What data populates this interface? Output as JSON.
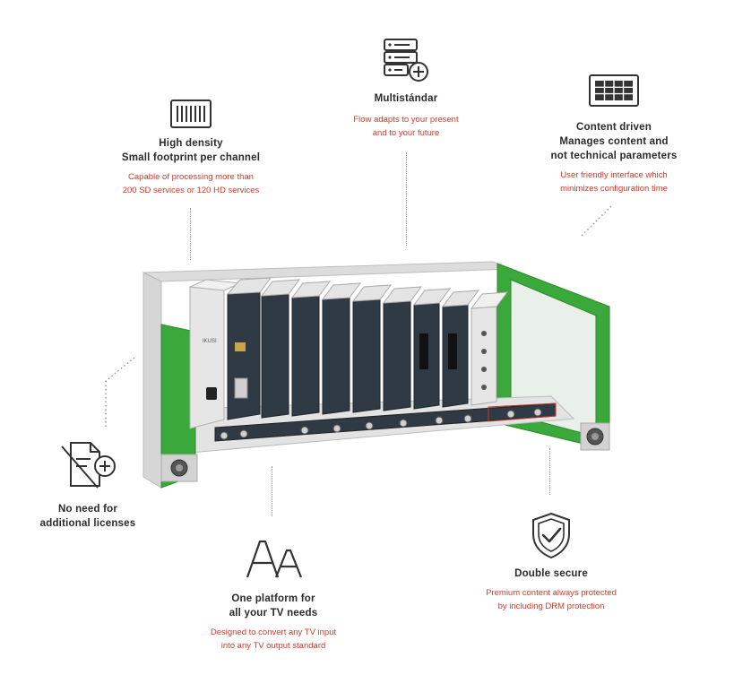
{
  "features": {
    "high_density": {
      "icon": "rack-density-icon",
      "title_1": "High density",
      "title_2": "Small footprint per channel",
      "desc_1": "Capable of processing more than",
      "desc_2": "200 SD services or 120 HD services"
    },
    "multistandard": {
      "icon": "server-add-icon",
      "title_1": "Multistándar",
      "desc_1": "Flow adapts to your present",
      "desc_2": "and to your future"
    },
    "content_driven": {
      "icon": "grid-display-icon",
      "title_1": "Content driven",
      "title_2": "Manages content and",
      "title_3": "not technical parameters",
      "desc_1": "User friendly interface which",
      "desc_2": "minimizes configuration time"
    },
    "no_licenses": {
      "icon": "no-license-document-icon",
      "title_1": "No need for",
      "title_2": "additional licenses"
    },
    "one_platform": {
      "icon": "font-aa-icon",
      "title_1": "One platform for",
      "title_2": "all your TV needs",
      "desc_1": "Designed to convert any TV input",
      "desc_2": "into any TV output standard"
    },
    "double_secure": {
      "icon": "shield-check-icon",
      "title_1": "Double secure",
      "desc_1": "Premium content always protected",
      "desc_2": "by including DRM protection"
    }
  },
  "device": {
    "brand": "IKUSI"
  },
  "colors": {
    "accent_red": "#d23a2a",
    "chassis_green": "#3aa83a",
    "module_dark": "#2f3a44",
    "text_dark": "#2a2a2a"
  }
}
